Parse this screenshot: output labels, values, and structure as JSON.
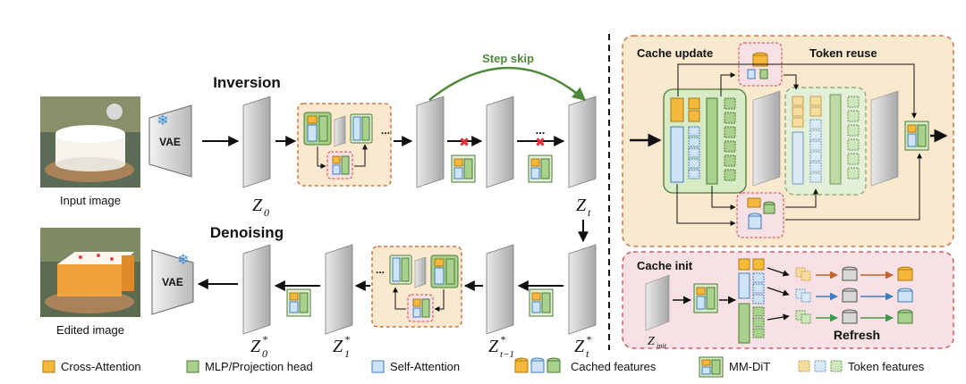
{
  "labels": {
    "inversion": "Inversion",
    "denoising": "Denoising",
    "step_skip": "Step skip",
    "input_image": "Input image",
    "edited_image": "Edited image",
    "vae_top": "VAE",
    "vae_bottom": "VAE",
    "cache_update": "Cache update",
    "token_reuse": "Token reuse",
    "cache_init": "Cache init",
    "refresh": "Refresh",
    "ellipsis": "..."
  },
  "latents": {
    "z0": "Z",
    "z0_sub": "0",
    "zt": "Z",
    "zt_sub": "t",
    "z0s": "Z",
    "z0s_sub": "0",
    "z0s_sup": "*",
    "z1s": "Z",
    "z1s_sub": "1",
    "z1s_sup": "*",
    "ztm1s": "Z",
    "ztm1s_sub": "t−1",
    "ztm1s_sup": "*",
    "zts": "Z",
    "zts_sub": "t",
    "zts_sup": "*",
    "zinit": "Z",
    "zinit_sub": "init"
  },
  "legend": {
    "cross_attention": "Cross-Attention",
    "mlp": "MLP/Projection head",
    "self_attention": "Self-Attention",
    "cached": "Cached features",
    "mmdit": "MM-DiT",
    "token": "Token features"
  },
  "colors": {
    "orange": "#f4b83c",
    "green": "#a9d18e",
    "blue": "#cfe3f6",
    "panel_top": "#fbe9cf",
    "panel_bottom": "#f8e1e4",
    "arc": "#4f8a3a",
    "skip_x": "#e0303a"
  }
}
